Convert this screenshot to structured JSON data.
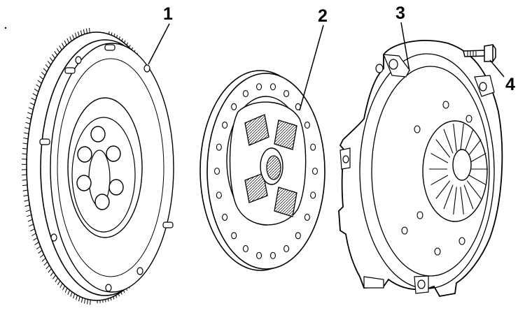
{
  "callouts": [
    {
      "number": "1",
      "part": "flywheel"
    },
    {
      "number": "2",
      "part": "clutch-disc"
    },
    {
      "number": "3",
      "part": "pressure-plate"
    },
    {
      "number": "4",
      "part": "bolt"
    }
  ],
  "colors": {
    "line": "#000000",
    "fill": "#ffffff",
    "shade": "#d9d9d9",
    "shade_dark": "#9a9a9a"
  }
}
